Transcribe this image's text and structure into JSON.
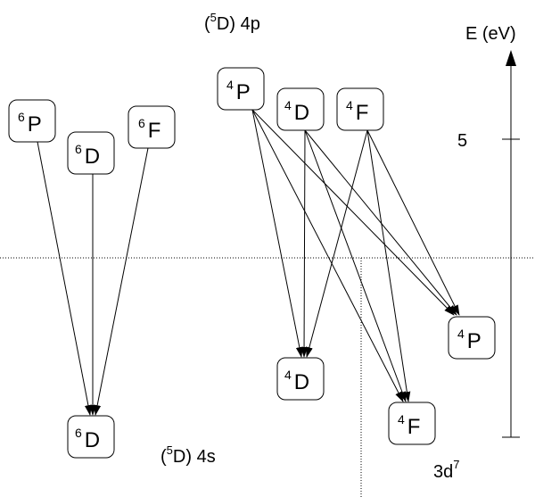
{
  "config_labels": {
    "upper": {
      "core": "5",
      "core_letter": "D",
      "shell": "4p"
    },
    "lower": {
      "core": "5",
      "core_letter": "D",
      "shell": "4s"
    },
    "ground": {
      "shell": "3d",
      "exp": "7"
    }
  },
  "axis": {
    "label": "E (eV)",
    "tick_label": "5"
  },
  "terms": [
    {
      "id": "u6P",
      "mult": "6",
      "letter": "P"
    },
    {
      "id": "u6D",
      "mult": "6",
      "letter": "D"
    },
    {
      "id": "u6F",
      "mult": "6",
      "letter": "F"
    },
    {
      "id": "u4P",
      "mult": "4",
      "letter": "P"
    },
    {
      "id": "u4D",
      "mult": "4",
      "letter": "D"
    },
    {
      "id": "u4F",
      "mult": "4",
      "letter": "F"
    },
    {
      "id": "l6D",
      "mult": "6",
      "letter": "D"
    },
    {
      "id": "l4D",
      "mult": "4",
      "letter": "D"
    },
    {
      "id": "l4F",
      "mult": "4",
      "letter": "F"
    },
    {
      "id": "l4P",
      "mult": "4",
      "letter": "P"
    }
  ],
  "transitions": [
    [
      "u6P",
      "l6D"
    ],
    [
      "u6D",
      "l6D"
    ],
    [
      "u6F",
      "l6D"
    ],
    [
      "u4P",
      "l4D"
    ],
    [
      "u4P",
      "l4F"
    ],
    [
      "u4P",
      "l4P"
    ],
    [
      "u4D",
      "l4D"
    ],
    [
      "u4D",
      "l4F"
    ],
    [
      "u4D",
      "l4P"
    ],
    [
      "u4F",
      "l4D"
    ],
    [
      "u4F",
      "l4F"
    ],
    [
      "u4F",
      "l4P"
    ]
  ]
}
